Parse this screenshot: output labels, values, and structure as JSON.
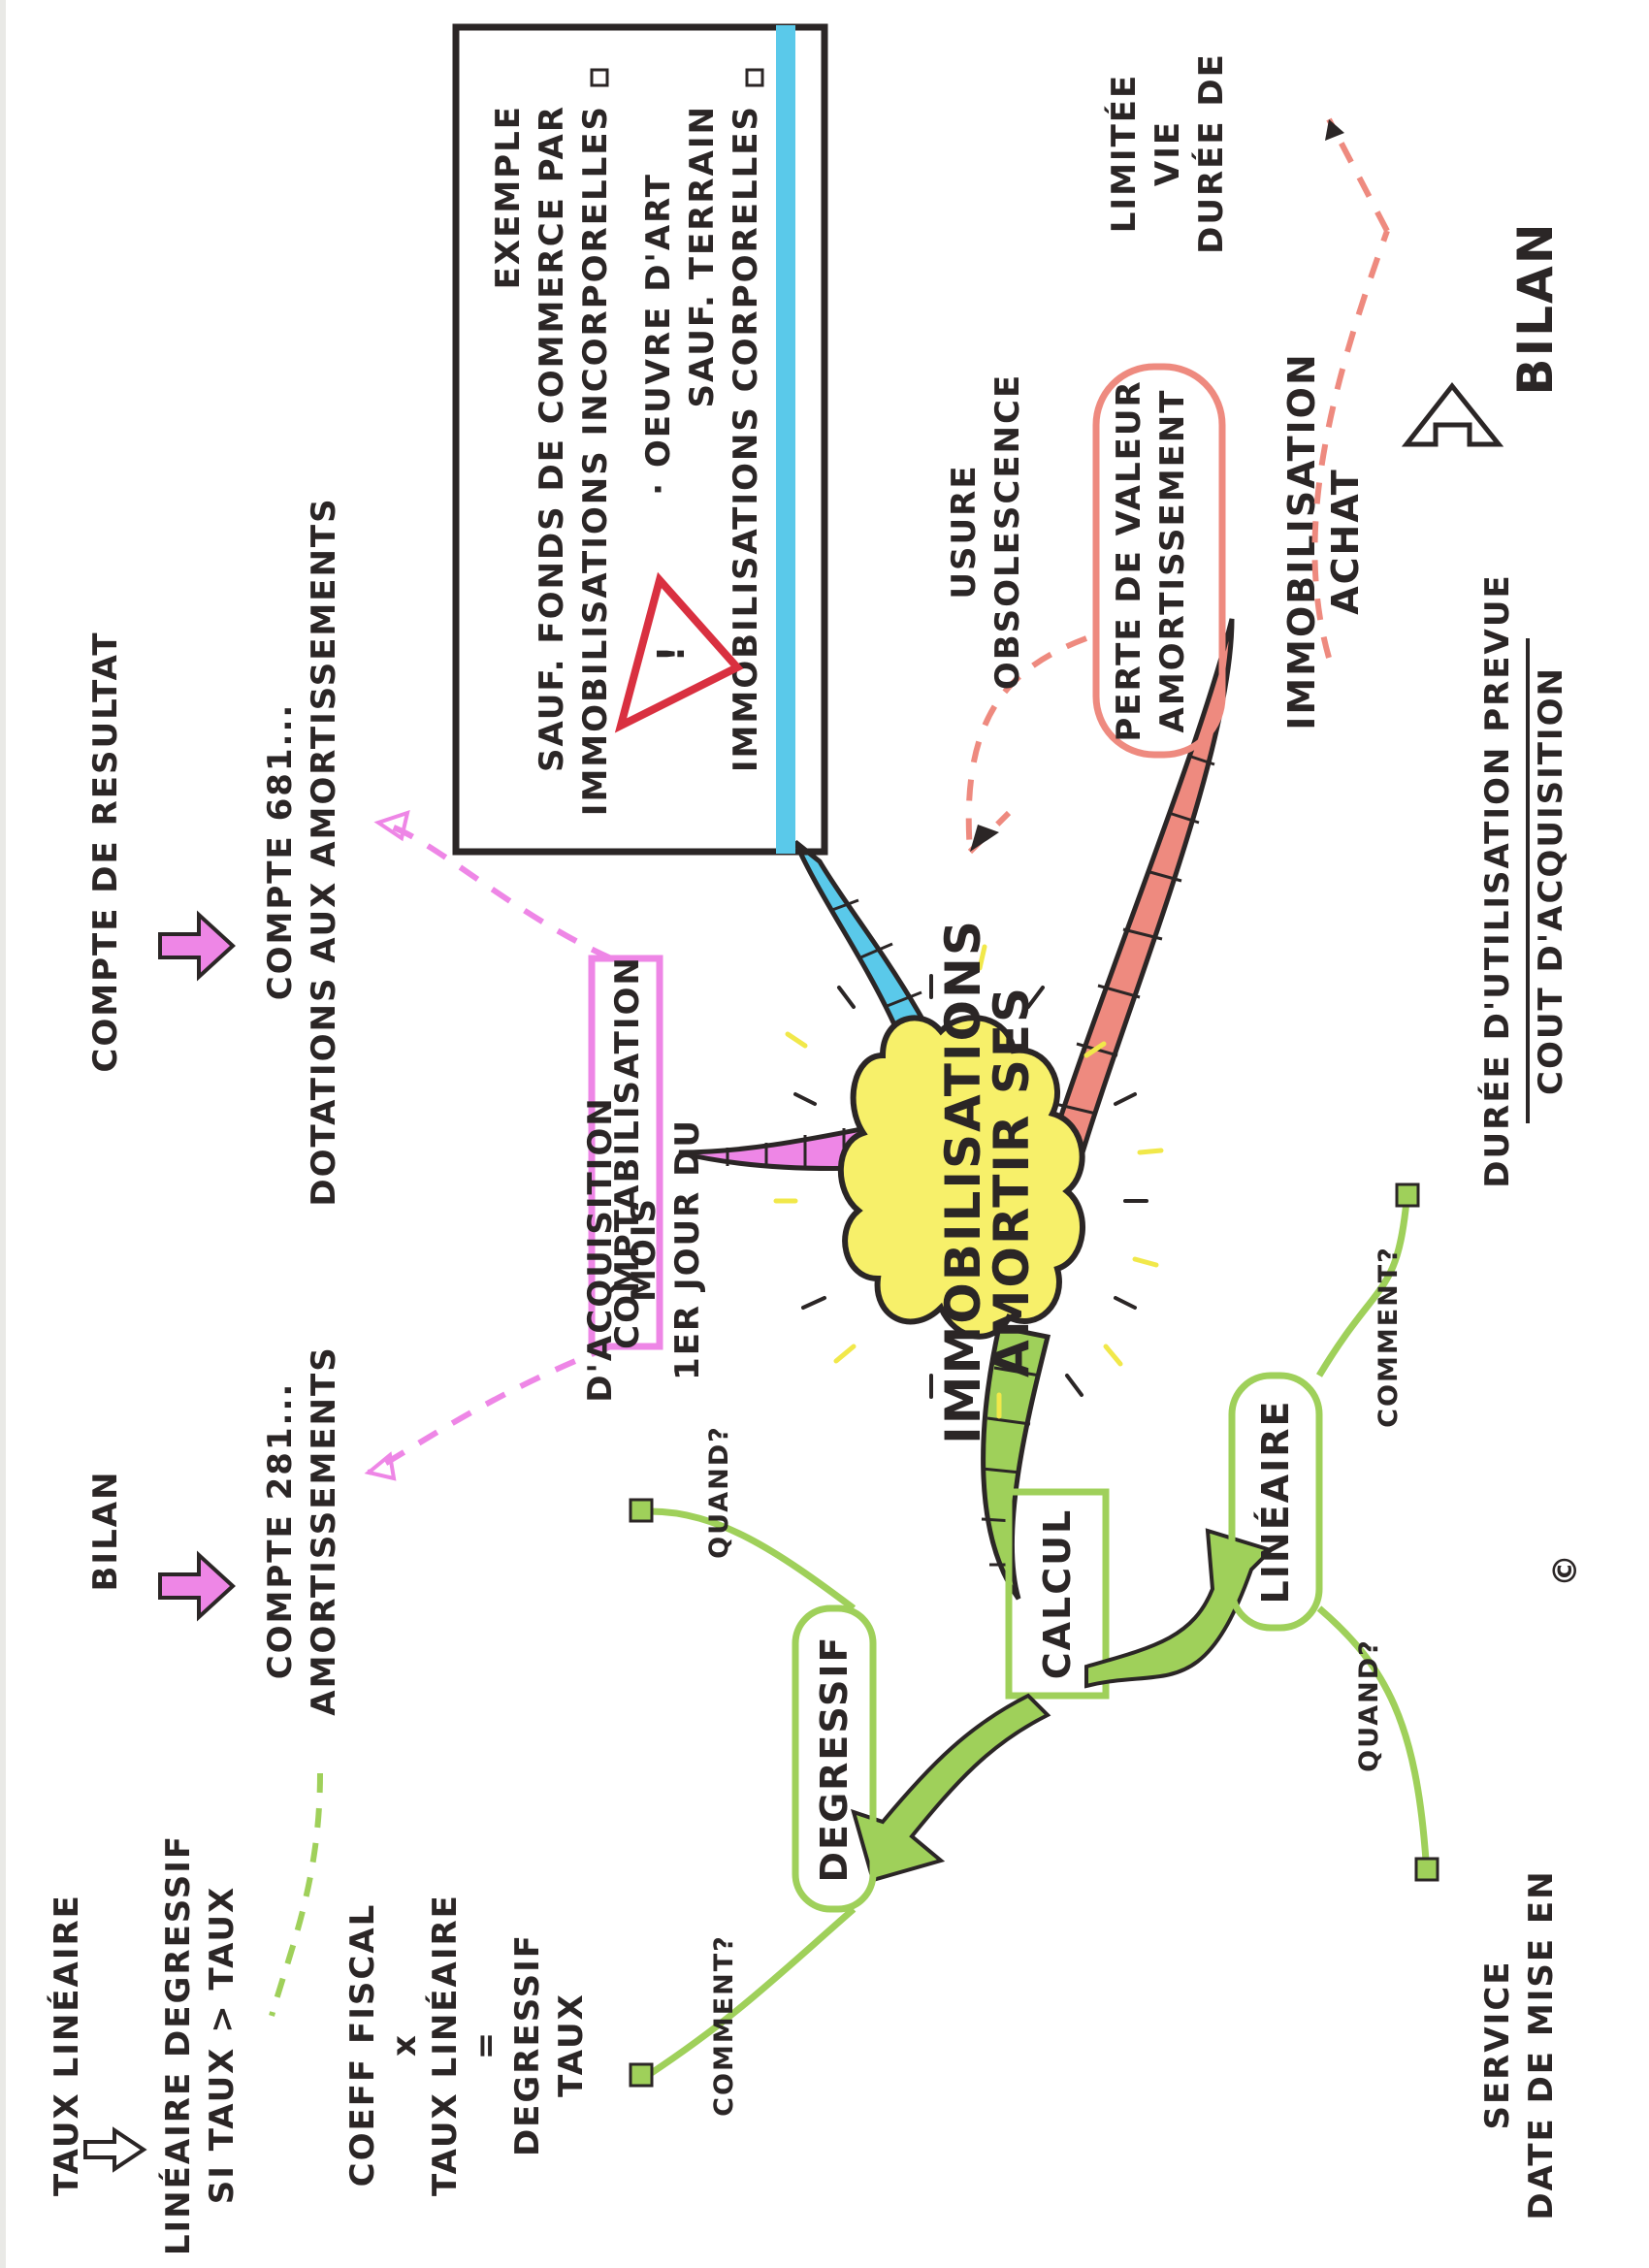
{
  "center": {
    "lines": [
      "AMORTIR SES",
      "IMMOBILISATIONS"
    ]
  },
  "top": {
    "bilan": "BILAN",
    "achat": [
      "ACHAT",
      "IMMOBILISATION"
    ],
    "amortissement": [
      "AMORTISSEMENT",
      "PERTE DE VALEUR"
    ],
    "obsolescence": [
      "OBSOLESCENCE",
      "USURE"
    ],
    "duree": [
      "DURÉE DE",
      "VIE",
      "LIMITÉE"
    ]
  },
  "box": {
    "items": [
      [
        "IMMOBILISATIONS CORPORELLES",
        "SAUF. TERRAIN",
        "· OEUVRE D'ART"
      ],
      [
        "IMMOBILISATIONS INCORPORELLES",
        "SAUF. FONDS DE COMMERCE PAR",
        "EXEMPLE"
      ]
    ],
    "warning": "!"
  },
  "comptabilisation": {
    "label": "COMPTABILISATION",
    "dotations": [
      "DOTATIONS AUX AMORTISSEMENTS",
      "COMPTE 681..."
    ],
    "compte_resultat": "COMPTE DE RESULTAT",
    "amortissements": [
      "AMORTISSEMENTS",
      "COMPTE 281..."
    ],
    "bilan": "BILAN"
  },
  "calcul": {
    "label": "CALCUL",
    "lineaire": {
      "label": "LINÉAIRE",
      "comment_q": "COMMENT?",
      "comment_a": [
        "COUT D'ACQUISITION",
        "DURÉE D'UTILISATION PREVUE"
      ],
      "quand_q": "QUAND?",
      "quand_a": [
        "DATE DE MISE EN",
        "SERVICE"
      ]
    },
    "degressif": {
      "label": "DEGRESSIF",
      "quand_q": "QUAND?",
      "quand_a": [
        "1ER JOUR DU",
        "MOIS",
        "D'ACQUISITION"
      ],
      "comment_q": "COMMENT?",
      "comment_a": [
        "TAUX",
        "DEGRESSIF",
        "=",
        "TAUX LINÉAIRE",
        "x",
        "COEFF FISCAL"
      ],
      "rule": [
        "SI TAUX > TAUX",
        "LINÉAIRE DEGRESSIF",
        "TAUX LINÉAIRE"
      ]
    }
  },
  "colors": {
    "ink": "#2b2626",
    "yellow": "#f7f06a",
    "salmon": "#ee8a7f",
    "blue": "#5ac9ea",
    "magenta": "#ee86e6",
    "green": "#9fd05a"
  }
}
